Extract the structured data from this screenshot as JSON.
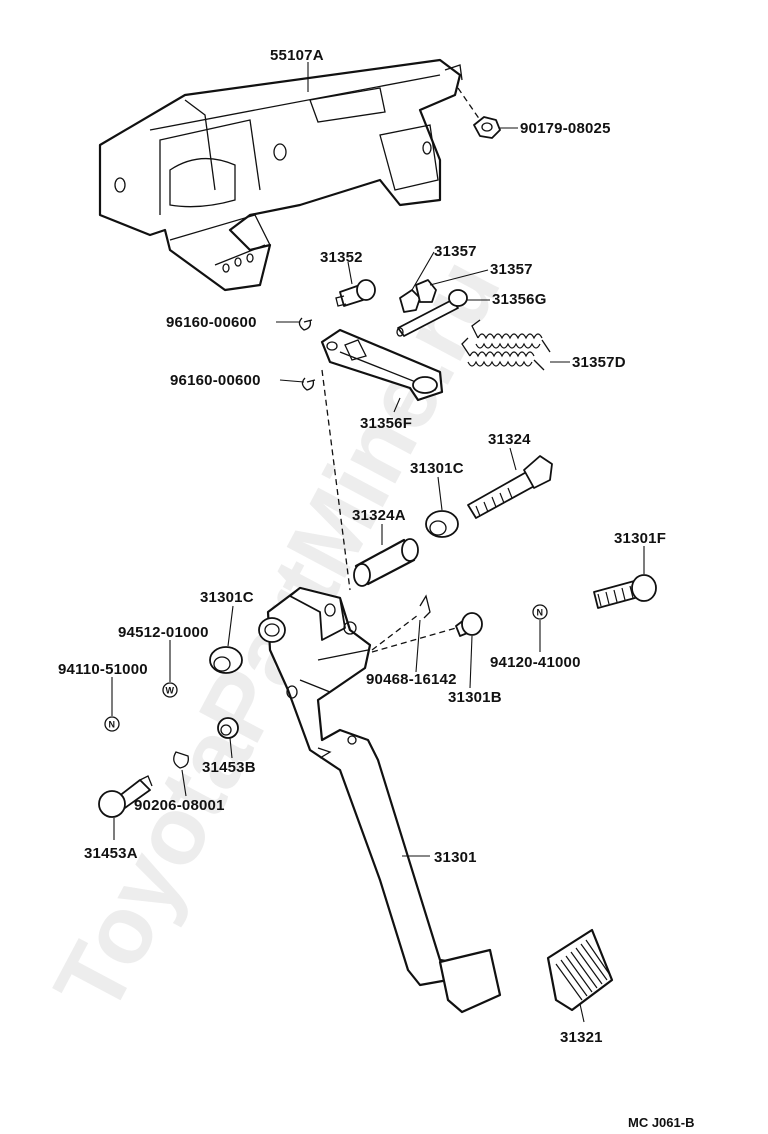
{
  "watermark": "ToyotaPartMine.ru",
  "figure_code": "MC J061-B",
  "labels": {
    "p55107A": "55107A",
    "p90179": "90179-08025",
    "p31352": "31352",
    "p31357a": "31357",
    "p31357b": "31357",
    "p31356G": "31356G",
    "p96160a": "96160-00600",
    "p96160b": "96160-00600",
    "p31357D": "31357D",
    "p31356F": "31356F",
    "p31324": "31324",
    "p31301C_top": "31301C",
    "p31324A": "31324A",
    "p31301F": "31301F",
    "p31301C_left": "31301C",
    "p94512": "94512-01000",
    "p94110": "94110-51000",
    "p90468": "90468-16142",
    "p94120": "94120-41000",
    "p31301B": "31301B",
    "p31453B": "31453B",
    "p90206": "90206-08001",
    "p31453A": "31453A",
    "p31301": "31301",
    "p31321": "31321"
  },
  "symbols": {
    "n_left": "N",
    "w_left": "W",
    "n_right": "N"
  }
}
